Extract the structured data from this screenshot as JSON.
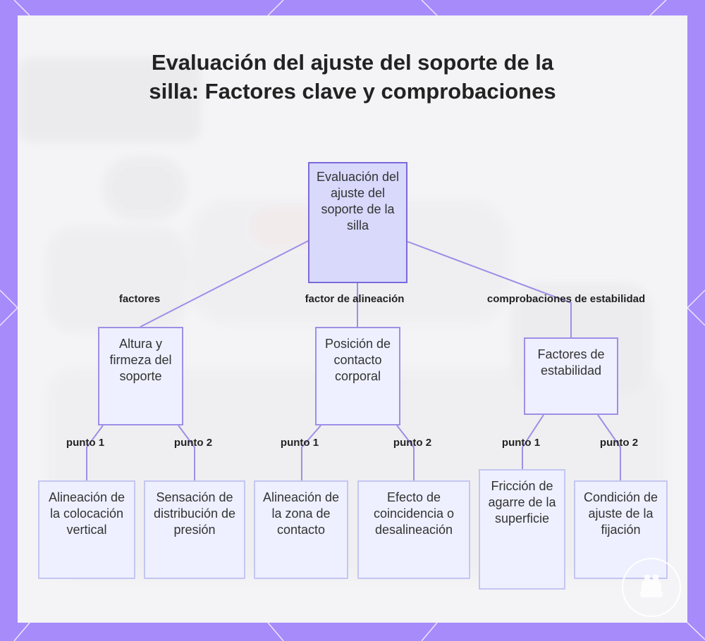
{
  "title": "Evaluación del ajuste del soporte de la silla: Factores clave y comprobaciones",
  "colors": {
    "frame": "#a78bfa",
    "root_fill": "#d8d9fb",
    "root_border": "#7c69d9",
    "node_fill": "#eef0ff",
    "connector": "#9d8fe6"
  },
  "nodes": {
    "root": "Evaluación del ajuste del soporte de la silla",
    "height": "Altura y firmeza del soporte",
    "contact": "Posición de contacto corporal",
    "stability": "Factores de estabilidad",
    "vertical": "Alineación de la colocación vertical",
    "pressure": "Sensación de distribución de presión",
    "zone": "Alineación de la zona de contacto",
    "coincidence": "Efecto de coincidencia o desalineación",
    "friction": "Fricción de agarre de la superficie",
    "fixation": "Condición de ajuste de la fijación"
  },
  "edges": {
    "factores": "factores",
    "alineacion": "factor de alineación",
    "estabilidad": "comprobaciones de estabilidad",
    "punto1": "punto 1",
    "punto2": "punto 2"
  }
}
